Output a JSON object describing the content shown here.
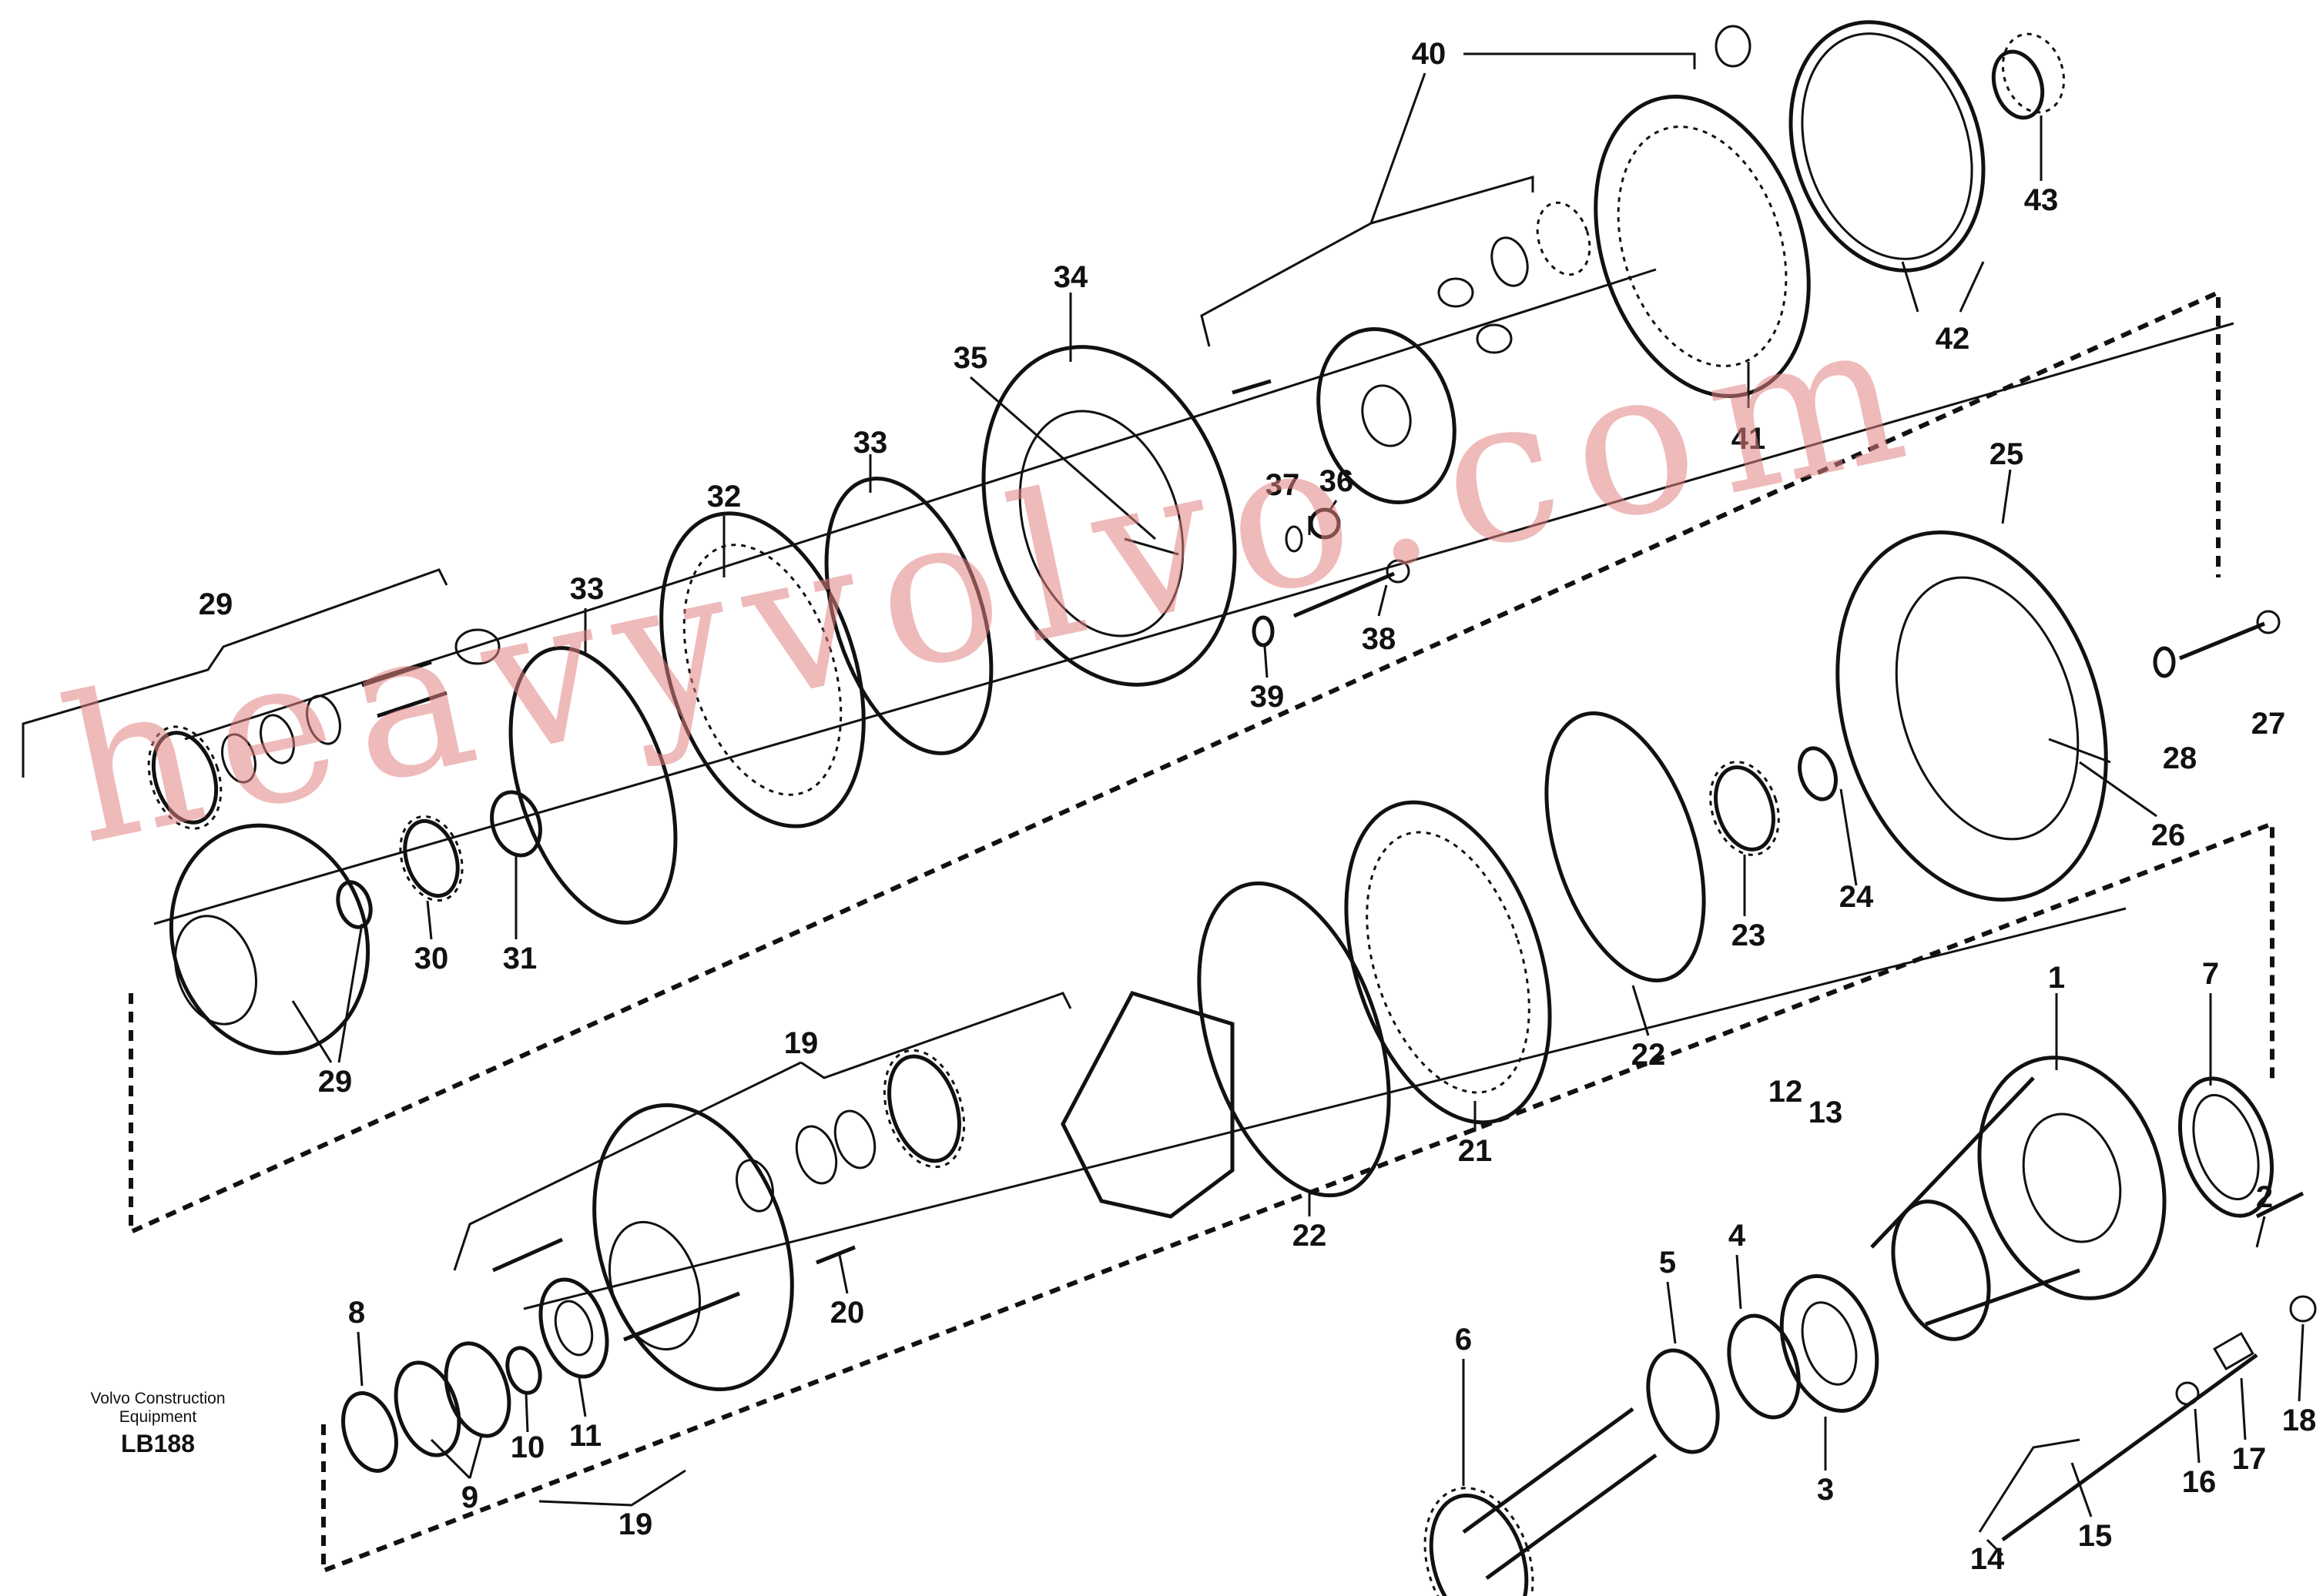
{
  "caption": {
    "line1": "Volvo Construction",
    "line2": "Equipment",
    "code": "LB188"
  },
  "watermark": "heavyvolvo.com",
  "callouts": [
    "1",
    "2",
    "3",
    "4",
    "5",
    "6",
    "7",
    "8",
    "9",
    "10",
    "11",
    "12",
    "13",
    "14",
    "15",
    "16",
    "17",
    "18",
    "19",
    "20",
    "21",
    "22",
    "23",
    "24",
    "25",
    "26",
    "27",
    "28",
    "29",
    "30",
    "31",
    "32",
    "33",
    "34",
    "35",
    "36",
    "37",
    "38",
    "39",
    "40",
    "41",
    "42",
    "43"
  ],
  "colors": {
    "ink": "#111111",
    "watermark": "#e28282",
    "background": "#ffffff"
  }
}
